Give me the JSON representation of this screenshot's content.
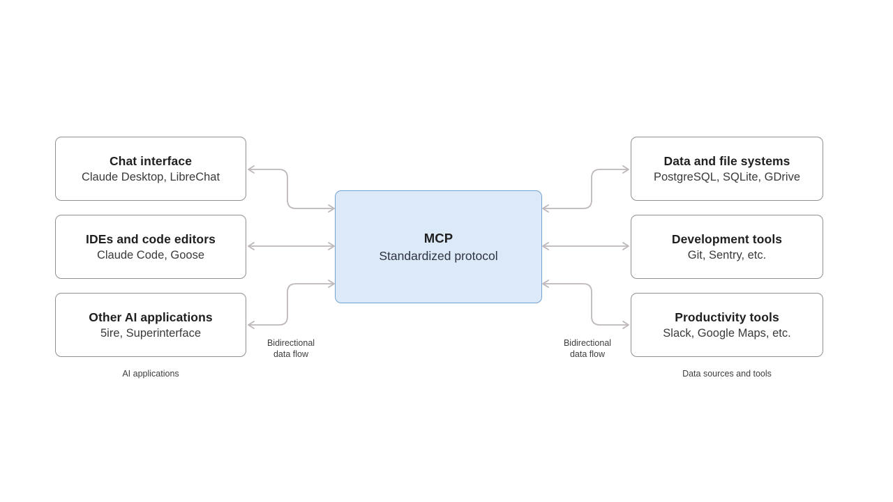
{
  "diagram": {
    "center": {
      "title": "MCP",
      "subtitle": "Standardized protocol"
    },
    "left_group": {
      "caption": "AI applications",
      "flow_label": "Bidirectional\ndata flow",
      "boxes": [
        {
          "title": "Chat interface",
          "subtitle": "Claude Desktop, LibreChat"
        },
        {
          "title": "IDEs and code editors",
          "subtitle": "Claude Code, Goose"
        },
        {
          "title": "Other AI applications",
          "subtitle": "5ire, Superinterface"
        }
      ]
    },
    "right_group": {
      "caption": "Data sources and tools",
      "flow_label": "Bidirectional\ndata flow",
      "boxes": [
        {
          "title": "Data and file systems",
          "subtitle": "PostgreSQL, SQLite, GDrive"
        },
        {
          "title": "Development tools",
          "subtitle": "Git, Sentry, etc."
        },
        {
          "title": "Productivity tools",
          "subtitle": "Slack, Google Maps, etc."
        }
      ]
    }
  },
  "colors": {
    "background": "#ffffff",
    "box_fill": "#ffffff",
    "box_border": "#8f8f8f",
    "center_fill": "#dce9f8",
    "center_border": "#74a3d3",
    "arrow": "#bdb7b9",
    "title_text": "#1f1f1f",
    "subtitle_text": "#3a3a3a",
    "label_text": "#3d3d3d"
  }
}
